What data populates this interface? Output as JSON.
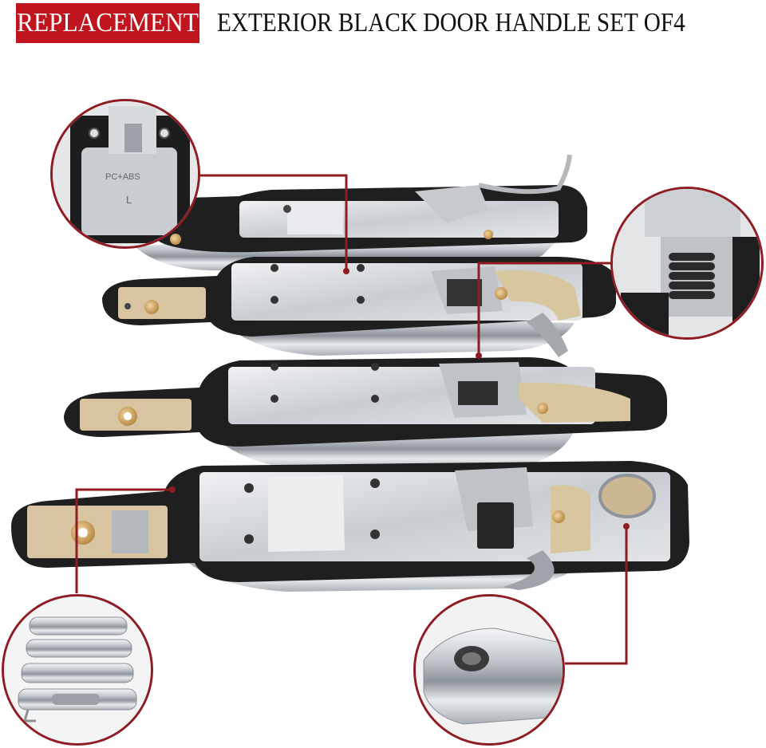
{
  "banner": {
    "highlight_text": "REPLACEMENT",
    "rest_text": "EXTERIOR BLACK DOOR HANDLE SET OF4",
    "highlight_bg": "#c0141e",
    "highlight_fg": "#ffffff"
  },
  "handles": {
    "count": 4,
    "frame_color": "#1f1f1f",
    "chrome_color": "#cfd3d8",
    "callout_ring_color": "#8f1c22"
  },
  "callouts": {
    "top_left_part_marking": "PC+ABS",
    "top_left_side_marking": "L"
  }
}
